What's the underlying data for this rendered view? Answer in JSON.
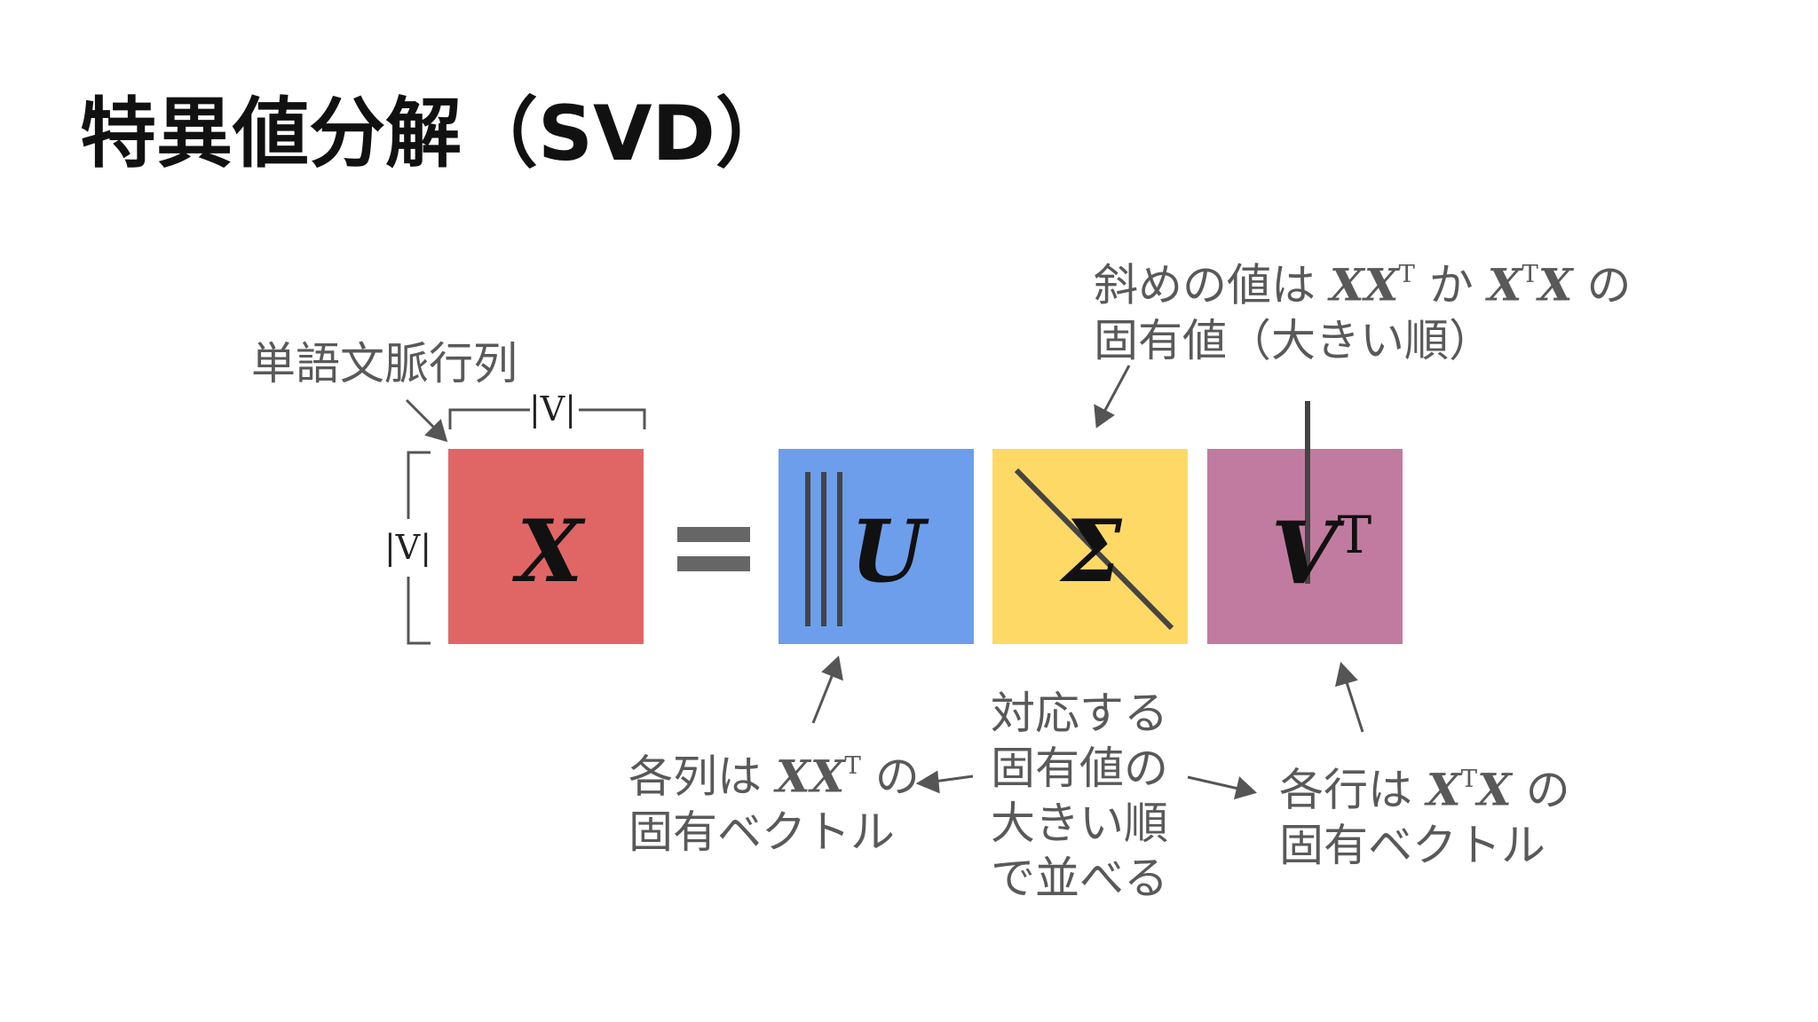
{
  "title": "特異値分解（SVD）",
  "colors": {
    "x_matrix": "#e06666",
    "u_matrix": "#6d9eeb",
    "sigma_matrix": "#ffd966",
    "vt_matrix": "#c27ba0",
    "line": "#555555",
    "label_text": "#595959"
  },
  "matrices": {
    "x": {
      "symbol": "X"
    },
    "u": {
      "symbol": "U"
    },
    "sigma": {
      "symbol": "Σ"
    },
    "vt": {
      "symbol": "V",
      "superscript": "T"
    }
  },
  "dims": {
    "top": "|V|",
    "left": "|V|"
  },
  "labels": {
    "x_name": "単語文脈行列",
    "sigma_note_a": "斜めの値は ",
    "sigma_note_m1": "XX",
    "sigma_note_s1": "T",
    "sigma_note_b": " か ",
    "sigma_note_m2": "X",
    "sigma_note_s2": "T",
    "sigma_note_m3": "X",
    "sigma_note_c": " の",
    "sigma_note_line2": "固有値（大きい順）",
    "u_note_a": "各列は ",
    "u_note_m": "XX",
    "u_note_s": "T",
    "u_note_b": " の",
    "u_note_line2": "固有ベクトル",
    "order_note": [
      "対応する",
      "固有値の",
      "大きい順",
      "で並べる"
    ],
    "vt_note_a": "各行は ",
    "vt_note_m1": "X",
    "vt_note_s": "T",
    "vt_note_m2": "X",
    "vt_note_b": " の",
    "vt_note_line2": "固有ベクトル"
  }
}
